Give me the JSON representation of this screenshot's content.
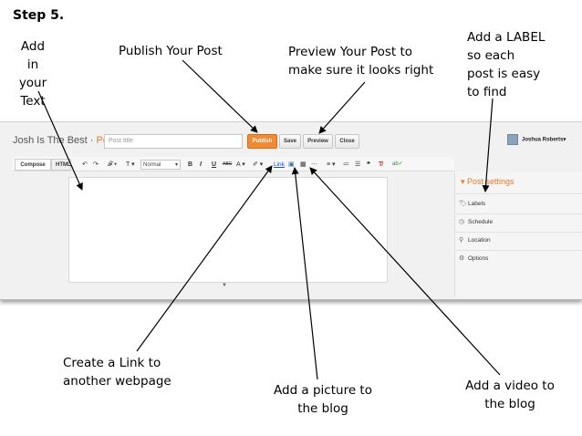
{
  "step": "Step 5.",
  "annotations": {
    "text_line1": "Add in",
    "text_line2": "your",
    "text_line3": "Text",
    "publish": "Publish Your Post",
    "preview_line1": "Preview Your Post to",
    "preview_line2": "make sure it looks right",
    "label_line1": "Add a LABEL",
    "label_line2": "so  each",
    "label_line3": "post is easy",
    "label_line4": "to find",
    "link_line1": "Create a Link to",
    "link_line2": "another webpage",
    "picture_line1": "Add a picture to",
    "picture_line2": "the blog",
    "video_line1": "Add a video to",
    "video_line2": "the blog"
  },
  "header": {
    "blog_name": "Josh Is The Best",
    "separator": " · ",
    "post_word": "Post",
    "title_placeholder": "Post title",
    "publish": "Publish",
    "save": "Save",
    "preview": "Preview",
    "close": "Close",
    "user": "Joshua Roberts▾"
  },
  "toolbar": {
    "compose": "Compose",
    "html": "HTML",
    "undo": "↶",
    "redo": "↷",
    "font": "𝓕 ▾",
    "size": "T ▾",
    "format": "Normal",
    "format_arrow": "▾",
    "bold": "B",
    "italic": "I",
    "underline": "U",
    "strike": "ABC",
    "text_color": "A ▾",
    "highlight": "✐ ▾",
    "link": "Link",
    "image": "▣",
    "video": "▦",
    "jump": "⋯",
    "align": "≡ ▾",
    "numbered": "≔",
    "bullets": "☰",
    "quote": "❝",
    "clear": "T̸",
    "spell": "ab✓"
  },
  "sidebar": {
    "title": "Post settings",
    "items": [
      {
        "icon": "🏷",
        "label": "Labels"
      },
      {
        "icon": "◷",
        "label": "Schedule"
      },
      {
        "icon": "⚲",
        "label": "Location"
      },
      {
        "icon": "⚙",
        "label": "Options"
      }
    ]
  },
  "colors": {
    "accent_orange": "#e47a2b",
    "publish_button": "#f08a35",
    "link_blue": "#1155cc"
  }
}
